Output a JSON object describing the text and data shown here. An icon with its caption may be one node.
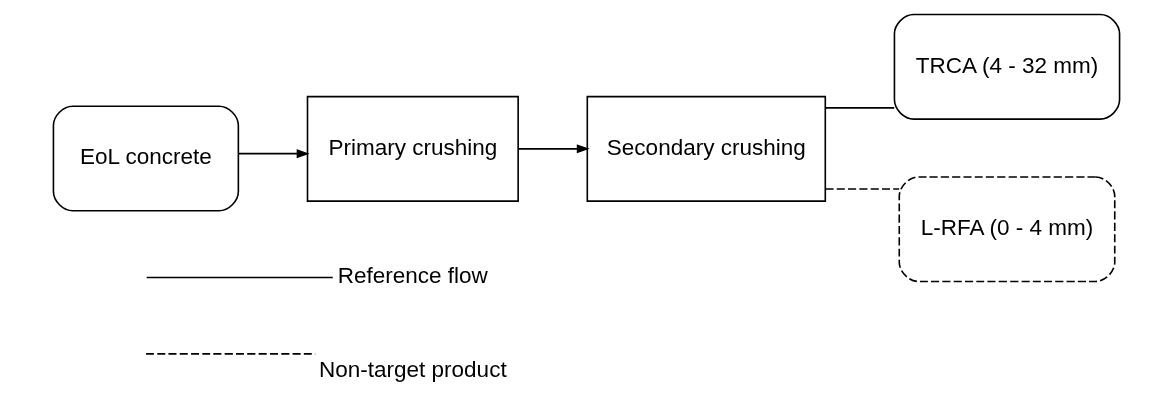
{
  "diagram": {
    "nodes": [
      {
        "text": [
          "EoL concrete"
        ]
      },
      {
        "text": [
          "Primary crushing"
        ]
      },
      {
        "text": [
          "Secondary crushing"
        ]
      },
      {
        "text": [
          "TRCA (4 - 32 mm)"
        ]
      },
      {
        "text": [
          "L-RFA (0 - 4 mm)"
        ]
      }
    ],
    "edges": [
      {
        "from": 0,
        "to": 1,
        "arrow": "to"
      },
      {
        "from": 1,
        "to": 2,
        "arrow": "to"
      },
      {
        "from": 2,
        "to": 3,
        "arrow": "none"
      },
      {
        "from": 2,
        "to": 4,
        "arrow": "none",
        "style": "dashed"
      }
    ],
    "legend": [
      {
        "text": "Reference flow"
      },
      {
        "text": "Non-target product"
      }
    ]
  }
}
